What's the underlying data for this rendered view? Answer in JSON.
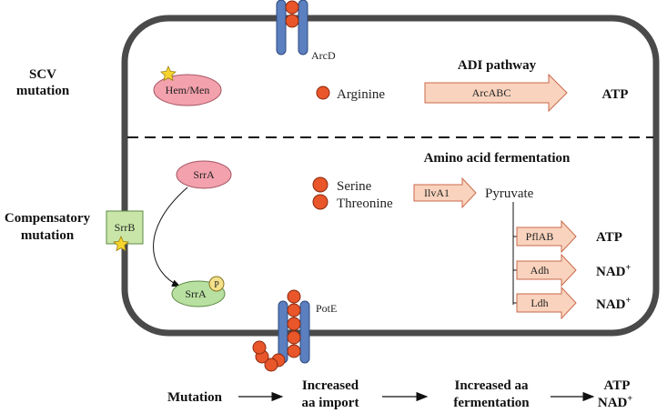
{
  "labels": {
    "scv_line1": "SCV",
    "scv_line2": "mutation",
    "comp_line1": "Compensatory",
    "comp_line2": "mutation",
    "arcd": "ArcD",
    "pote": "PotE",
    "hem_men": "Hem/Men",
    "srra": "SrrA",
    "srra_p": "SrrA",
    "phospho": "P",
    "srrb": "SrrB",
    "adi_title": "ADI pathway",
    "arginine": "Arginine",
    "arcabc": "ArcABC",
    "atp_top": "ATP",
    "aa_title": "Amino acid fermentation",
    "serine": "Serine",
    "threonine": "Threonine",
    "ilva1": "IlvA1",
    "pyruvate": "Pyruvate",
    "pflab": "PflAB",
    "atp_pfl": "ATP",
    "adh": "Adh",
    "nad_adh": "NAD",
    "nad_adh_sup": "+",
    "ldh": "Ldh",
    "nad_ldh": "NAD",
    "nad_ldh_sup": "+"
  },
  "flow": {
    "mutation": "Mutation",
    "import_line1": "Increased",
    "import_line2": "aa import",
    "ferm_line1": "Increased aa",
    "ferm_line2": "fermentation",
    "out_line1": "ATP",
    "out_line2": "NAD",
    "out_line2_sup": "+"
  },
  "colors": {
    "membrane": "#4a4a4a",
    "channel": "#5b7fbf",
    "amino_acid": "#e8562a",
    "enzyme_arrow": "#f9d3be",
    "enzyme_arrow_stroke": "#c96a4a",
    "protein_pink": "#f3a1ad",
    "protein_green": "#b8e0a0",
    "srrb_box": "#c9e6a8",
    "star": "#f6d42c"
  }
}
